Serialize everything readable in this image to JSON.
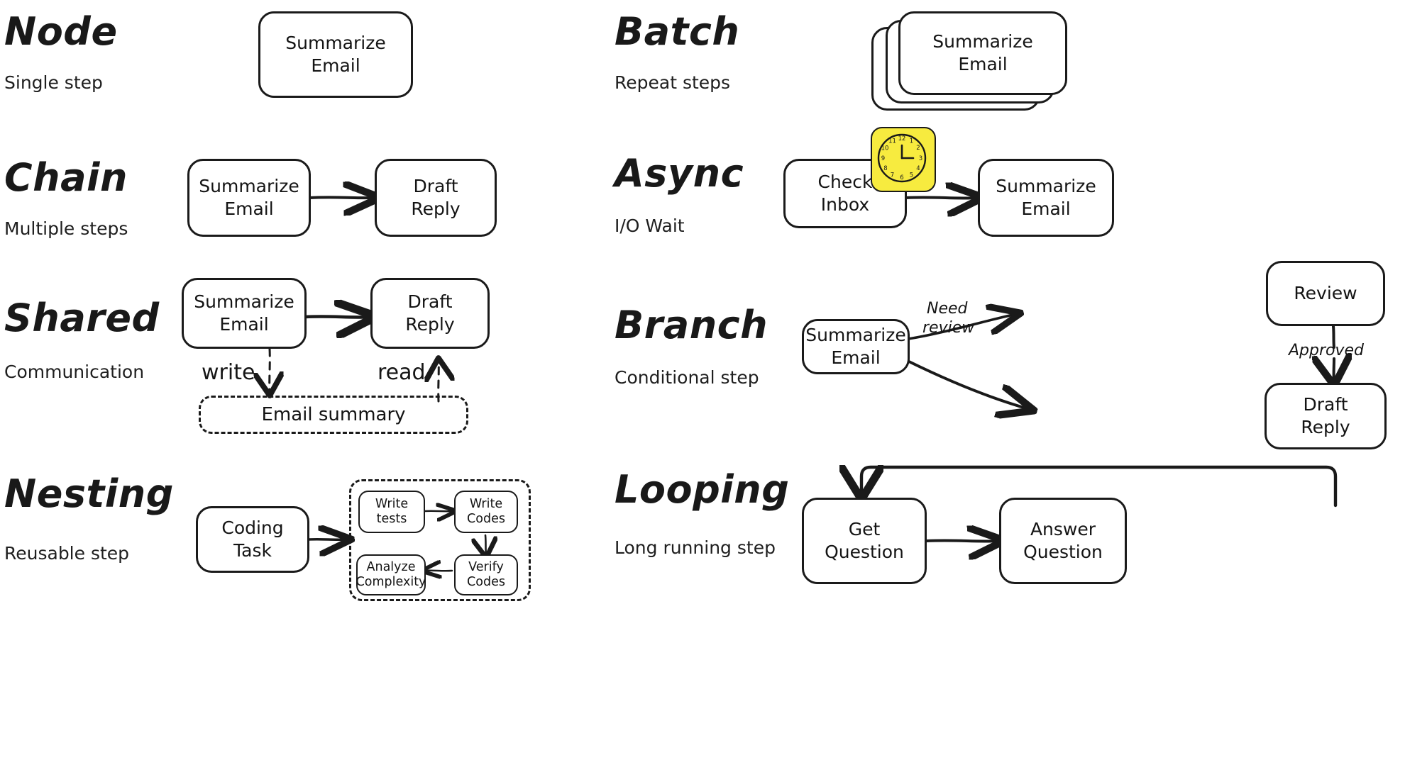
{
  "diagram": {
    "title_style": "hand-drawn whiteboard sketch",
    "colors": {
      "ink": "#1a1a1a",
      "paper": "#ffffff",
      "clock_yellow": "#f7eb3f"
    }
  },
  "patterns": [
    {
      "id": "node",
      "title": "Node",
      "subtitle": "Single step",
      "nodes": [
        {
          "id": "node-summarize-email",
          "label": "Summarize\nEmail"
        }
      ],
      "edges": []
    },
    {
      "id": "batch",
      "title": "Batch",
      "subtitle": "Repeat steps",
      "stack_count": 3,
      "nodes": [
        {
          "id": "batch-summarize-email",
          "label": "Summarize\nEmail"
        }
      ],
      "edges": []
    },
    {
      "id": "chain",
      "title": "Chain",
      "subtitle": "Multiple steps",
      "nodes": [
        {
          "id": "chain-summarize-email",
          "label": "Summarize\nEmail"
        },
        {
          "id": "chain-draft-reply",
          "label": "Draft\nReply"
        }
      ],
      "edges": [
        {
          "from": "chain-summarize-email",
          "to": "chain-draft-reply",
          "label": "",
          "style": "solid"
        }
      ]
    },
    {
      "id": "async",
      "title": "Async",
      "subtitle": "I/O Wait",
      "icon": "clock-icon",
      "clock_time": "3:00",
      "clock_numerals": [
        "12",
        "1",
        "2",
        "3",
        "4",
        "5",
        "6",
        "7",
        "8",
        "9",
        "10",
        "11"
      ],
      "nodes": [
        {
          "id": "async-check-inbox",
          "label": "Check\nInbox"
        },
        {
          "id": "async-summarize-email",
          "label": "Summarize\nEmail"
        }
      ],
      "edges": [
        {
          "from": "async-check-inbox",
          "to": "async-summarize-email",
          "label": "",
          "style": "solid"
        }
      ]
    },
    {
      "id": "shared",
      "title": "Shared",
      "subtitle": "Communication",
      "nodes": [
        {
          "id": "shared-summarize-email",
          "label": "Summarize\nEmail"
        },
        {
          "id": "shared-draft-reply",
          "label": "Draft\nReply"
        },
        {
          "id": "shared-store",
          "label": "Email summary",
          "shape": "dashed"
        }
      ],
      "edges": [
        {
          "from": "shared-summarize-email",
          "to": "shared-draft-reply",
          "label": "",
          "style": "solid"
        },
        {
          "from": "shared-summarize-email",
          "to": "shared-store",
          "label": "write",
          "style": "dashed"
        },
        {
          "from": "shared-store",
          "to": "shared-draft-reply",
          "label": "read",
          "style": "dashed"
        }
      ]
    },
    {
      "id": "branch",
      "title": "Branch",
      "subtitle": "Conditional step",
      "nodes": [
        {
          "id": "branch-summarize-email",
          "label": "Summarize\nEmail"
        },
        {
          "id": "branch-review",
          "label": "Review"
        },
        {
          "id": "branch-draft-reply",
          "label": "Draft\nReply"
        }
      ],
      "edges": [
        {
          "from": "branch-summarize-email",
          "to": "branch-review",
          "label": "Need\nreview",
          "style": "solid"
        },
        {
          "from": "branch-review",
          "to": "branch-draft-reply",
          "label": "Approved",
          "style": "solid"
        },
        {
          "from": "branch-summarize-email",
          "to": "branch-draft-reply",
          "label": "",
          "style": "solid"
        }
      ]
    },
    {
      "id": "nesting",
      "title": "Nesting",
      "subtitle": "Reusable step",
      "nodes": [
        {
          "id": "nesting-coding-task",
          "label": "Coding\nTask"
        },
        {
          "id": "nesting-write-tests",
          "label": "Write\ntests"
        },
        {
          "id": "nesting-write-codes",
          "label": "Write\nCodes"
        },
        {
          "id": "nesting-verify-codes",
          "label": "Verify\nCodes"
        },
        {
          "id": "nesting-analyze-complexity",
          "label": "Analyze\nComplexity"
        }
      ],
      "edges": [
        {
          "from": "nesting-coding-task",
          "to": "nesting-subflow",
          "label": "",
          "style": "solid"
        },
        {
          "from": "nesting-write-tests",
          "to": "nesting-write-codes",
          "label": "",
          "style": "solid"
        },
        {
          "from": "nesting-write-codes",
          "to": "nesting-verify-codes",
          "label": "",
          "style": "solid"
        },
        {
          "from": "nesting-verify-codes",
          "to": "nesting-analyze-complexity",
          "label": "",
          "style": "solid"
        }
      ]
    },
    {
      "id": "looping",
      "title": "Looping",
      "subtitle": "Long running step",
      "nodes": [
        {
          "id": "looping-get-question",
          "label": "Get\nQuestion"
        },
        {
          "id": "looping-answer-question",
          "label": "Answer\nQuestion"
        }
      ],
      "edges": [
        {
          "from": "looping-get-question",
          "to": "looping-answer-question",
          "label": "",
          "style": "solid"
        },
        {
          "from": "looping-answer-question",
          "to": "looping-get-question",
          "label": "",
          "style": "loop-back"
        }
      ]
    }
  ],
  "labels": {
    "write": "write",
    "read": "read",
    "need_review": "Need",
    "need_review2": "review",
    "approved": "Approved"
  }
}
